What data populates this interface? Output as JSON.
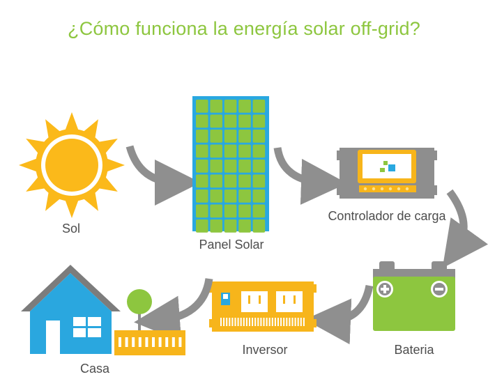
{
  "title": "¿Cómo funciona la energía solar off-grid?",
  "nodes": {
    "sun": "Sol",
    "panel": "Panel Solar",
    "controller": "Controlador de carga",
    "battery": "Bateria",
    "inverter": "Inversor",
    "house": "Casa"
  },
  "colors": {
    "title": "#8dc63f",
    "sun": "#fbb91a",
    "panel_frame": "#29a8e0",
    "panel_cell": "#8dc63f",
    "device_grey": "#8e8e8e",
    "device_yellow": "#f7b51b",
    "battery_green": "#8dc63f",
    "house_blue": "#2aa7df",
    "roof_grey": "#7c7c7c",
    "arrow": "#8f8f8f"
  }
}
